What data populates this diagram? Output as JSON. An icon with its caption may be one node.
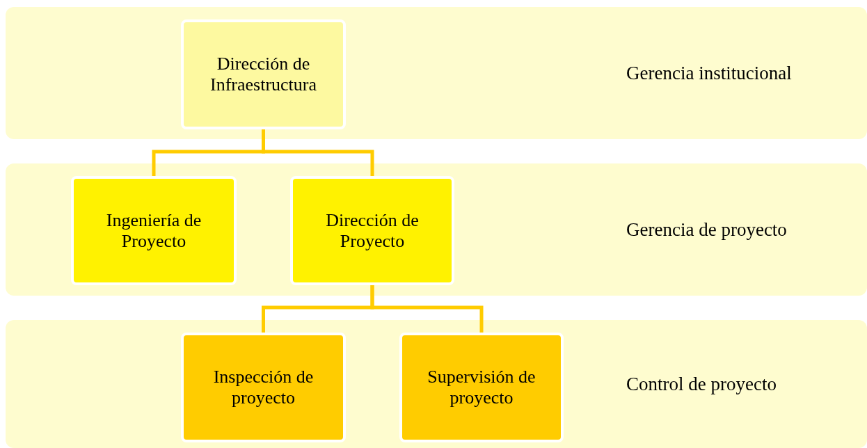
{
  "diagram": {
    "nodes": [
      {
        "text": [
          "Gerencia institucional"
        ]
      },
      {
        "text": [
          "Dirección de Infraestructura"
        ],
        "in": 0
      },
      {
        "text": [
          "Gerencia de proyecto"
        ]
      },
      {
        "text": [
          "Ingeniería de Proyecto"
        ],
        "in": 2
      },
      {
        "text": [
          "Dirección de Proyecto"
        ],
        "in": 2
      },
      {
        "text": [
          "Control de proyecto"
        ]
      },
      {
        "text": [
          "Inspección de proyecto"
        ],
        "in": 5
      },
      {
        "text": [
          "Supervisión de proyecto"
        ],
        "in": 5
      }
    ],
    "edges": [
      {
        "from": 1,
        "to": 3,
        "arrow": "none"
      },
      {
        "from": 1,
        "to": 4,
        "arrow": "none"
      },
      {
        "from": 4,
        "to": 6,
        "arrow": "none"
      },
      {
        "from": 4,
        "to": 7,
        "arrow": "none"
      }
    ]
  }
}
